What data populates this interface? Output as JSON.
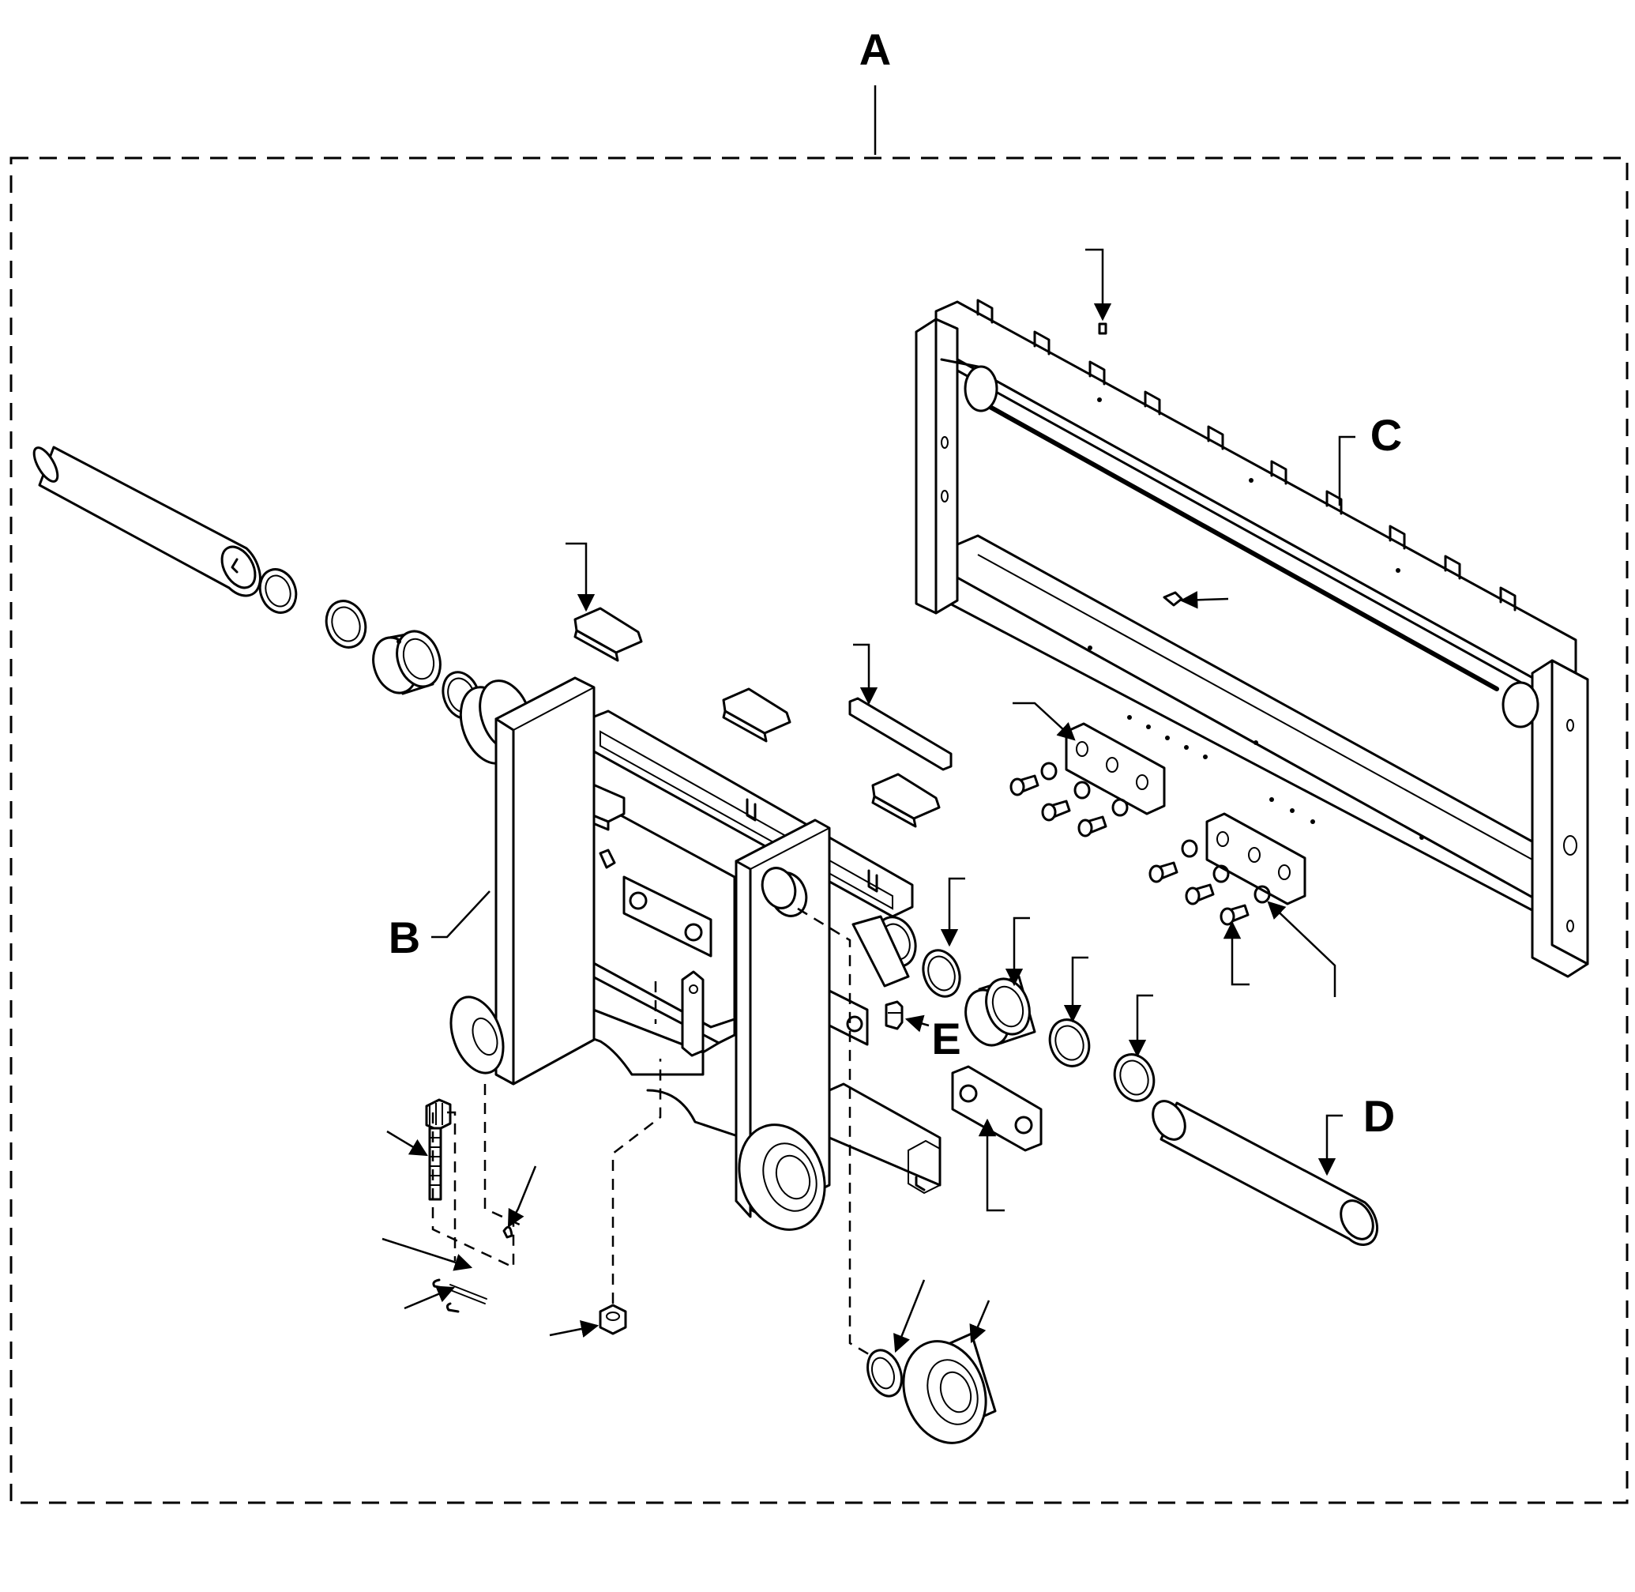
{
  "callouts": {
    "A": "A",
    "B": "B",
    "C": "C",
    "D": "D",
    "E": "E"
  },
  "colors": {
    "line": "#000000",
    "background": "#ffffff"
  }
}
